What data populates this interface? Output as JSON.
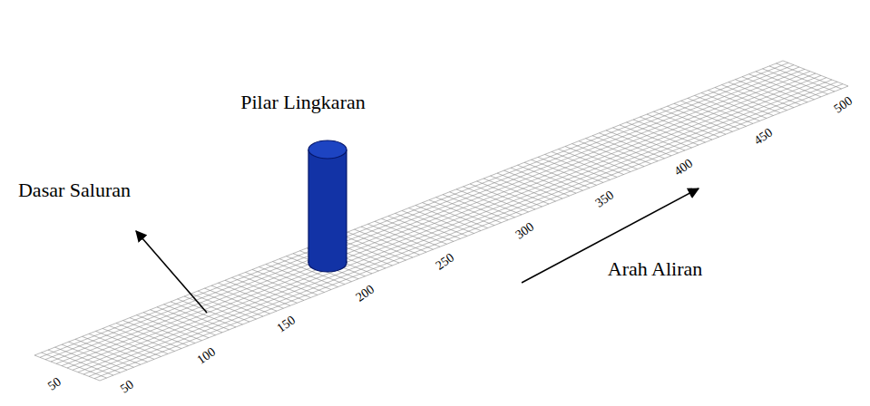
{
  "diagram": {
    "labels": [
      "Pilar Lingkaran",
      "Dasar Saluran",
      "Arah Aliran",
      "50",
      "50",
      "100",
      "150",
      "200",
      "250",
      "300",
      "350",
      "400",
      "450",
      "500"
    ]
  }
}
